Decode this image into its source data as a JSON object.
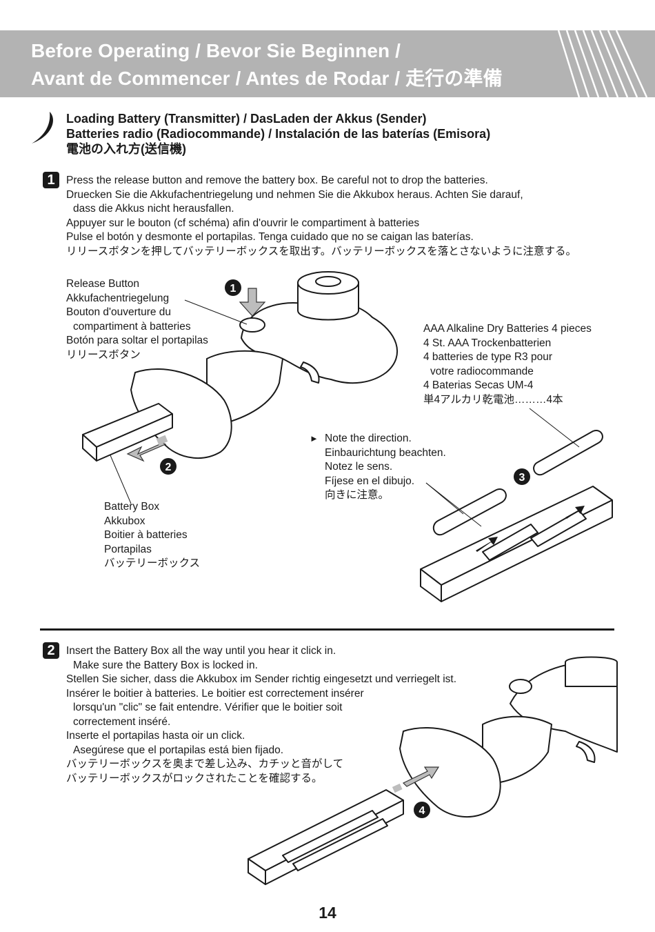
{
  "banner": {
    "line1": "Before Operating  /  Bevor Sie Beginnen  /",
    "line2": "Avant de Commencer  /  Antes de Rodar  /  走行の準備"
  },
  "section": {
    "heading": [
      "Loading Battery (Transmitter) / DasLaden der Akkus (Sender)",
      "Batteries radio (Radiocommande) / Instalación de las baterías (Emisora)",
      "電池の入れ方(送信機)"
    ]
  },
  "step1": {
    "number": "1",
    "lines": [
      "Press the release button and remove the battery box. Be careful not to drop the batteries.",
      "Druecken Sie die Akkufachentriegelung und nehmen Sie die Akkubox heraus. Achten Sie darauf,",
      "dass die Akkus nicht herausfallen.",
      "Appuyer sur le bouton (cf schéma) afin d'ouvrir le compartiment à batteries",
      "Pulse el botón y desmonte el portapilas. Tenga cuidado que no se caigan las baterías.",
      "リリースボタンを押してバッテリーボックスを取出す。バッテリーボックスを落とさないように注意する。"
    ],
    "release_label": [
      "Release Button",
      "Akkufachentriegelung",
      "Bouton d'ouverture du",
      "compartiment à batteries",
      "Botón para soltar el portapilas",
      "リリースボタン"
    ],
    "battery_box_label": [
      "Battery Box",
      "Akkubox",
      "Boitier à batteries",
      "Portapilas",
      "バッテリーボックス"
    ],
    "batteries_label": [
      "AAA Alkaline Dry Batteries   4 pieces",
      "4 St. AAA Trockenbatterien",
      "4 batteries de type R3 pour",
      "votre radiocommande",
      "4 Baterias Secas UM-4",
      "単4アルカリ乾電池………4本"
    ],
    "direction_arrow": "►",
    "direction_label": [
      "Note the direction.",
      "Einbaurichtung beachten.",
      "Notez le sens.",
      "Fíjese en el dibujo.",
      "向きに注意。"
    ],
    "callouts": [
      "1",
      "2",
      "3"
    ]
  },
  "step2": {
    "number": "2",
    "lines": [
      "Insert the Battery Box all the way until you hear it click in.",
      "Make sure the Battery Box is locked in.",
      "Stellen Sie sicher, dass die Akkubox im Sender richtig eingesetzt und verriegelt ist.",
      "Insérer le boitier à batteries. Le boitier est correctement insérer",
      "lorsqu'un \"clic\" se fait entendre. Vérifier que le boitier soit",
      "correctement inséré.",
      "Inserte el portapilas hasta oir un click.",
      "Asegúrese que el portapilas está bien fijado.",
      "バッテリーボックスを奥まで差し込み、カチッと音がして",
      "バッテリーボックスがロックされたことを確認する。"
    ],
    "callout": "4"
  },
  "page_number": "14"
}
